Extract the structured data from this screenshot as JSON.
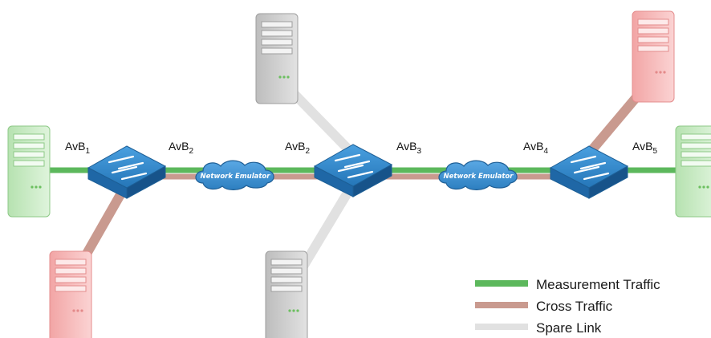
{
  "hop_labels": [
    {
      "base": "AvB",
      "sub": "1"
    },
    {
      "base": "AvB",
      "sub": "2"
    },
    {
      "base": "AvB",
      "sub": "2"
    },
    {
      "base": "AvB",
      "sub": "3"
    },
    {
      "base": "AvB",
      "sub": "4"
    },
    {
      "base": "AvB",
      "sub": "5"
    }
  ],
  "emulators": [
    {
      "label": "Network Emulator"
    },
    {
      "label": "Network Emulator"
    }
  ],
  "legend": [
    {
      "label": "Measurement Traffic",
      "color": "#5cb85c"
    },
    {
      "label": "Cross Traffic",
      "color": "#c99a8f"
    },
    {
      "label": "Spare Link",
      "color": "#e1e1e1"
    }
  ],
  "colors": {
    "measurement": "#5cb85c",
    "cross": "#c99a8f",
    "spare": "#e1e1e1",
    "switch": "#2f7fc0",
    "cloud": "#3b8fd0",
    "server_green": "#c9ecc5",
    "server_red": "#f4b4b4",
    "server_gray": "#cfcfcf"
  }
}
